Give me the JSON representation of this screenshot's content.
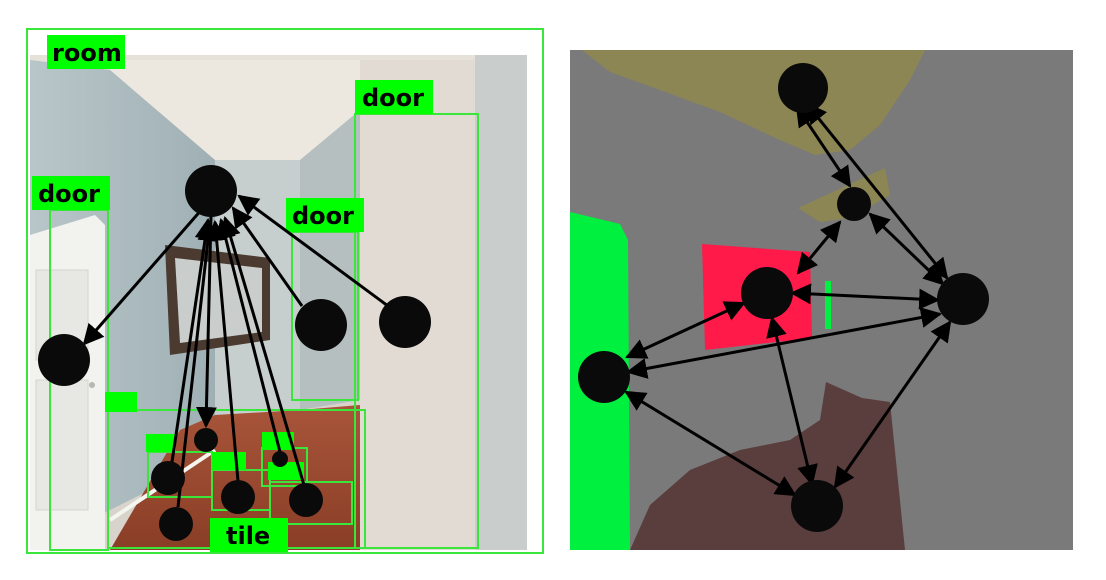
{
  "colors": {
    "box": "#39e639",
    "label_bg": "#00ff00",
    "node": "#0a0a0a",
    "arrow": "#000000",
    "seg_background": "#7a7a7a",
    "seg_ceiling": "#8c8654",
    "seg_wall_left": "#00f040",
    "seg_picture": "#ff1a4a",
    "seg_floor": "#5a3d3d"
  },
  "left_panel": {
    "labels": {
      "room": "room",
      "door_left": "door",
      "door_top": "door",
      "door_mid": "door",
      "tile": "tile"
    }
  },
  "right_panel": {
    "regions": [
      "ceiling",
      "wall-left",
      "picture",
      "floor"
    ]
  }
}
